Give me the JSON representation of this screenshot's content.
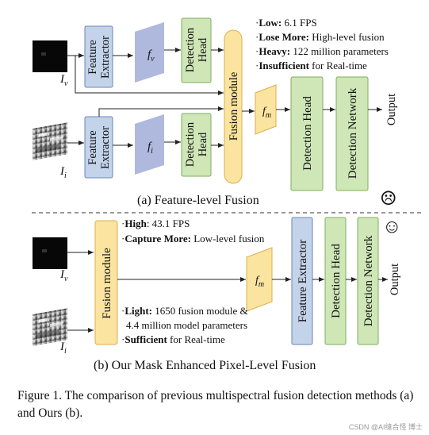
{
  "top": {
    "img_v_label": "I",
    "img_v_sub": "v",
    "img_i_label": "I",
    "img_i_sub": "i",
    "feature_extractor_line1": "Feature",
    "feature_extractor_line2": "Extractor",
    "fv_label": "f",
    "fv_sub": "v",
    "fi_label": "f",
    "fi_sub": "i",
    "detection_head_line1": "Detection",
    "detection_head_line2": "Head",
    "fusion_module": "Fusion module",
    "fm_label": "f",
    "fm_sub": "m",
    "detection_head_big": "Detection Head",
    "detection_network": "Detection Network",
    "output": "Output",
    "notes": [
      {
        "bold": "Low:",
        "text": " 6.1 FPS"
      },
      {
        "bold": "Lose More:",
        "text": " High-level fusion"
      },
      {
        "bold": "Heavy:",
        "text": " 122 million parameters"
      },
      {
        "bold": "Insufficient",
        "text": " for Real-time"
      }
    ],
    "subtitle": "(a)  Feature-level Fusion",
    "face": "☹"
  },
  "bottom": {
    "img_v_label": "I",
    "img_v_sub": "v",
    "img_i_label": "I",
    "img_i_sub": "i",
    "fusion_module": "Fusion module",
    "fm_label": "f",
    "fm_sub": "m",
    "feature_extractor": "Feature Extractor",
    "detection_head": "Detection Head",
    "detection_network": "Detection Network",
    "output": "Output",
    "notes_top": [
      {
        "bold": "High",
        "text": ": 43.1 FPS"
      },
      {
        "bold": "Capture More:",
        "text": " Low-level fusion"
      }
    ],
    "notes_bottom": [
      {
        "bold": "Light:",
        "text": " 1650 fusion module &"
      },
      {
        "bold": "",
        "text": "4.4 million model parameters"
      },
      {
        "bold": "Sufficient",
        "text": " for Real-time"
      }
    ],
    "subtitle": "(b) Our Mask Enhanced Pixel-Level Fusion",
    "face": "☺"
  },
  "caption": "Figure 1. The comparison of previous multispectral fusion detection methods (a) and Ours (b).",
  "watermark": "CSDN @AI缝合怪 博士",
  "colors": {
    "blue_fill": "#c3d3ea",
    "blue_stroke": "#6b86b8",
    "green_fill": "#cfe6b7",
    "green_stroke": "#7fae5c",
    "yellow_fill": "#fbe4a0",
    "yellow_stroke": "#d8b14a",
    "feature_fill": "#aeb9dd"
  }
}
